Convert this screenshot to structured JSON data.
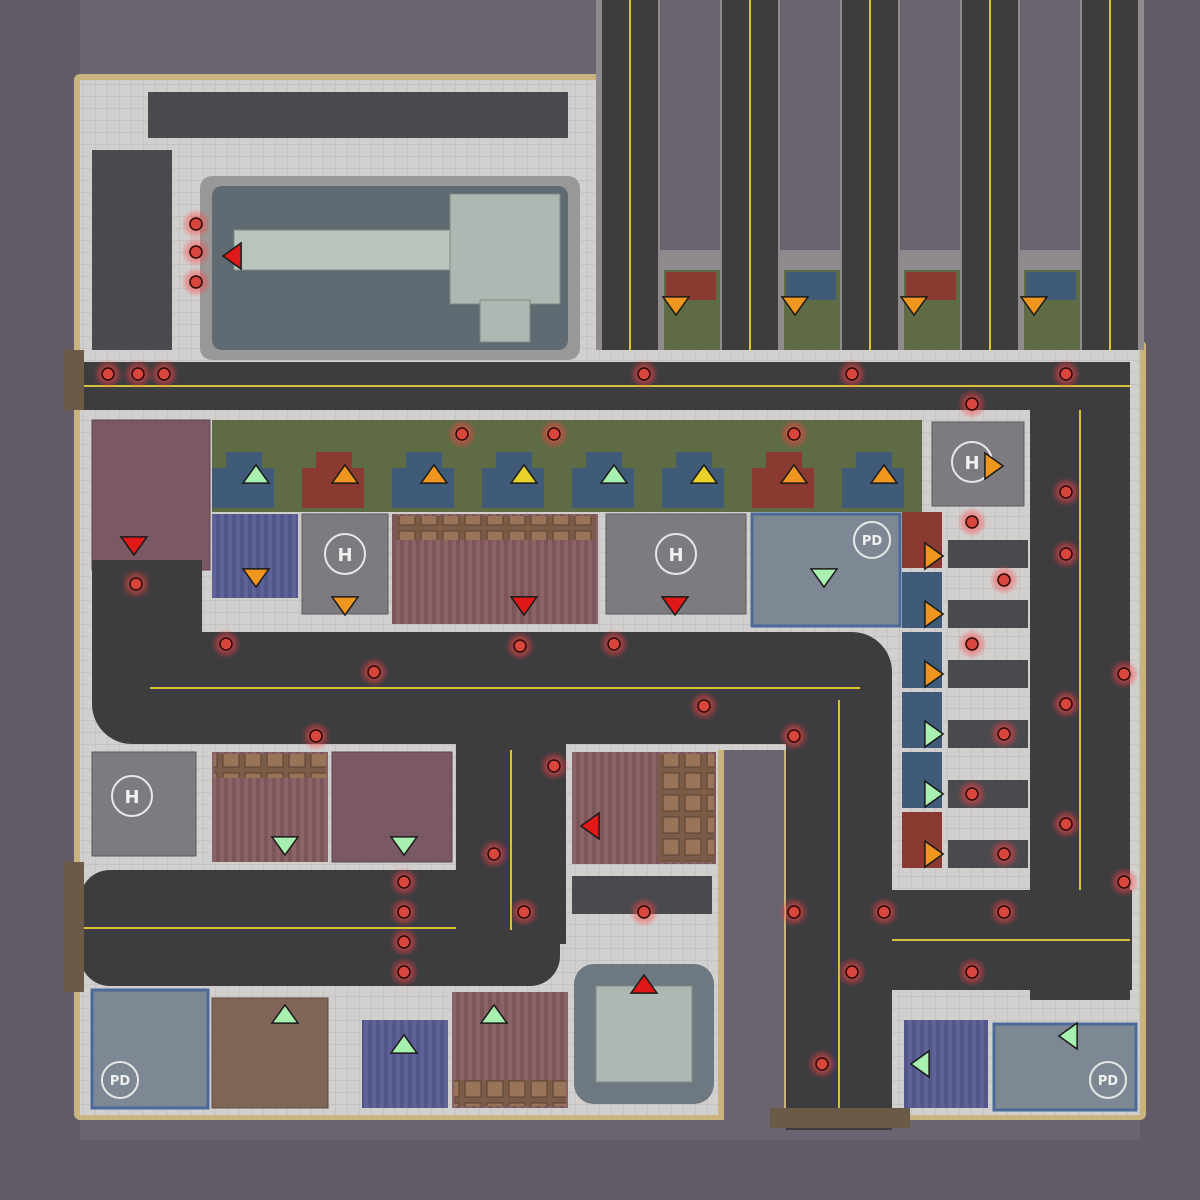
{
  "map": {
    "helipad_letter": "H",
    "police_label": "PD"
  },
  "colors": {
    "void": "#6b6470",
    "sidewalk": "#cfcdcb",
    "road": "#3d3d40",
    "lane_line": "#d8c23a",
    "grass": "#5e6b45",
    "water": "#5f6a72",
    "helipad_roof": "#7d7b80",
    "marker_red": "#e01818",
    "marker_orange": "#f0961e",
    "marker_yellow": "#e8d22a",
    "marker_green": "#a8f0b0",
    "enemy": "#d9463e"
  },
  "markers": [
    {
      "color": "red",
      "dir": "left",
      "type": "spawn-marker"
    },
    {
      "color": "orange",
      "dir": "down",
      "type": "spawn-marker"
    },
    {
      "color": "orange",
      "dir": "down",
      "type": "spawn-marker"
    },
    {
      "color": "orange",
      "dir": "down",
      "type": "spawn-marker"
    },
    {
      "color": "orange",
      "dir": "down",
      "type": "spawn-marker"
    },
    {
      "color": "green",
      "dir": "up",
      "type": "spawn-marker"
    },
    {
      "color": "orange",
      "dir": "up",
      "type": "spawn-marker"
    },
    {
      "color": "orange",
      "dir": "up",
      "type": "spawn-marker"
    },
    {
      "color": "yellow",
      "dir": "up",
      "type": "spawn-marker"
    },
    {
      "color": "green",
      "dir": "up",
      "type": "spawn-marker"
    },
    {
      "color": "yellow",
      "dir": "up",
      "type": "spawn-marker"
    },
    {
      "color": "orange",
      "dir": "up",
      "type": "spawn-marker"
    },
    {
      "color": "orange",
      "dir": "up",
      "type": "spawn-marker"
    },
    {
      "color": "orange",
      "dir": "right",
      "type": "spawn-marker"
    },
    {
      "color": "red",
      "dir": "down",
      "type": "spawn-marker"
    },
    {
      "color": "orange",
      "dir": "down",
      "type": "spawn-marker"
    },
    {
      "color": "orange",
      "dir": "down",
      "type": "spawn-marker"
    },
    {
      "color": "red",
      "dir": "down",
      "type": "spawn-marker"
    },
    {
      "color": "red",
      "dir": "down",
      "type": "spawn-marker"
    },
    {
      "color": "green",
      "dir": "down",
      "type": "spawn-marker"
    },
    {
      "color": "orange",
      "dir": "right",
      "type": "spawn-marker"
    },
    {
      "color": "orange",
      "dir": "right",
      "type": "spawn-marker"
    },
    {
      "color": "orange",
      "dir": "right",
      "type": "spawn-marker"
    },
    {
      "color": "green",
      "dir": "right",
      "type": "spawn-marker"
    },
    {
      "color": "green",
      "dir": "right",
      "type": "spawn-marker"
    },
    {
      "color": "orange",
      "dir": "right",
      "type": "spawn-marker"
    },
    {
      "color": "red",
      "dir": "left",
      "type": "spawn-marker"
    },
    {
      "color": "green",
      "dir": "down",
      "type": "spawn-marker"
    },
    {
      "color": "green",
      "dir": "down",
      "type": "spawn-marker"
    },
    {
      "color": "green",
      "dir": "up",
      "type": "spawn-marker"
    },
    {
      "color": "green",
      "dir": "up",
      "type": "spawn-marker"
    },
    {
      "color": "green",
      "dir": "up",
      "type": "spawn-marker"
    },
    {
      "color": "red",
      "dir": "up",
      "type": "spawn-marker"
    },
    {
      "color": "green",
      "dir": "left",
      "type": "spawn-marker"
    },
    {
      "color": "green",
      "dir": "left",
      "type": "spawn-marker"
    }
  ]
}
